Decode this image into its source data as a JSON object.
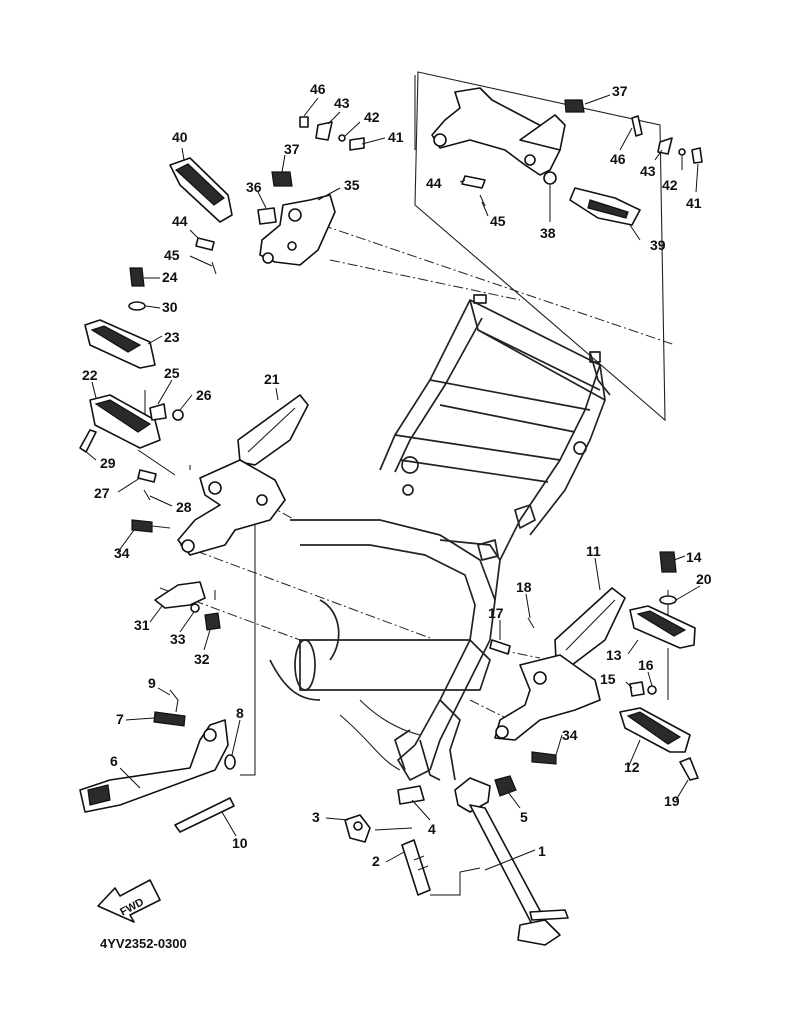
{
  "diagram": {
    "code": "4YV2352-0300",
    "fwd_label": "FWD",
    "callouts": [
      {
        "id": "p1",
        "text": "1"
      },
      {
        "id": "p2",
        "text": "2"
      },
      {
        "id": "p3",
        "text": "3"
      },
      {
        "id": "p4",
        "text": "4"
      },
      {
        "id": "p5",
        "text": "5"
      },
      {
        "id": "p6",
        "text": "6"
      },
      {
        "id": "p7",
        "text": "7"
      },
      {
        "id": "p8",
        "text": "8"
      },
      {
        "id": "p9",
        "text": "9"
      },
      {
        "id": "p10",
        "text": "10"
      },
      {
        "id": "p11",
        "text": "11"
      },
      {
        "id": "p12",
        "text": "12"
      },
      {
        "id": "p13",
        "text": "13"
      },
      {
        "id": "p14",
        "text": "14"
      },
      {
        "id": "p15",
        "text": "15"
      },
      {
        "id": "p16",
        "text": "16"
      },
      {
        "id": "p17",
        "text": "17"
      },
      {
        "id": "p18",
        "text": "18"
      },
      {
        "id": "p19",
        "text": "19"
      },
      {
        "id": "p20",
        "text": "20"
      },
      {
        "id": "p21",
        "text": "21"
      },
      {
        "id": "p22",
        "text": "22"
      },
      {
        "id": "p23",
        "text": "23"
      },
      {
        "id": "p24",
        "text": "24"
      },
      {
        "id": "p25",
        "text": "25"
      },
      {
        "id": "p26",
        "text": "26"
      },
      {
        "id": "p27",
        "text": "27"
      },
      {
        "id": "p28",
        "text": "28"
      },
      {
        "id": "p29",
        "text": "29"
      },
      {
        "id": "p30",
        "text": "30"
      },
      {
        "id": "p31",
        "text": "31"
      },
      {
        "id": "p32",
        "text": "32"
      },
      {
        "id": "p33",
        "text": "33"
      },
      {
        "id": "p34a",
        "text": "34"
      },
      {
        "id": "p34b",
        "text": "34"
      },
      {
        "id": "p35",
        "text": "35"
      },
      {
        "id": "p36",
        "text": "36"
      },
      {
        "id": "p37a",
        "text": "37"
      },
      {
        "id": "p37b",
        "text": "37"
      },
      {
        "id": "p38",
        "text": "38"
      },
      {
        "id": "p39",
        "text": "39"
      },
      {
        "id": "p40",
        "text": "40"
      },
      {
        "id": "p41a",
        "text": "41"
      },
      {
        "id": "p41b",
        "text": "41"
      },
      {
        "id": "p42a",
        "text": "42"
      },
      {
        "id": "p42b",
        "text": "42"
      },
      {
        "id": "p43a",
        "text": "43"
      },
      {
        "id": "p43b",
        "text": "43"
      },
      {
        "id": "p44a",
        "text": "44"
      },
      {
        "id": "p44b",
        "text": "44"
      },
      {
        "id": "p45a",
        "text": "45"
      },
      {
        "id": "p45b",
        "text": "45"
      },
      {
        "id": "p46a",
        "text": "46"
      },
      {
        "id": "p46b",
        "text": "46"
      }
    ]
  }
}
